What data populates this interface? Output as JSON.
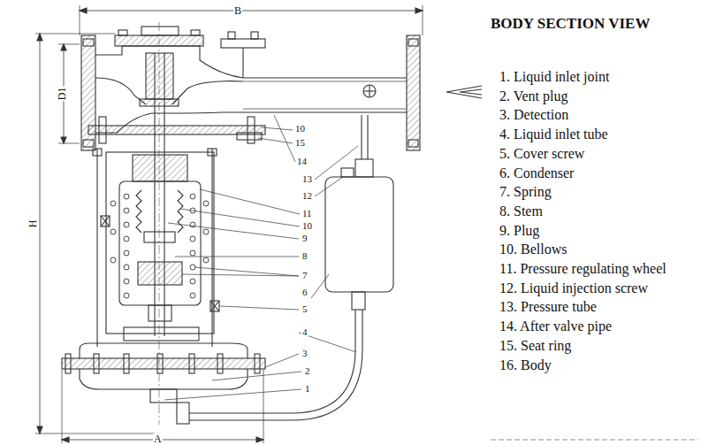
{
  "diagram": {
    "title": "BODY SECTION VIEW",
    "labels": [
      "B",
      "D1",
      "H",
      "A",
      "10",
      "15",
      "14",
      "13",
      "12",
      "11",
      "10",
      "9",
      "8",
      "7",
      "6",
      "5",
      "4",
      "3",
      "2",
      "1",
      "1. Liquid inlet joint",
      "2. Vent plug",
      "3. Detection",
      "4. Liquid inlet tube",
      "5. Cover screw",
      "6. Condenser",
      "7. Spring",
      "8. Stem",
      "9. Plug",
      "10. Bellows",
      "11. Pressure regulating wheel",
      "12. Liquid injection screw",
      "13. Pressure tube",
      "14. After valve pipe",
      "15. Seat ring",
      "16. Body"
    ]
  }
}
